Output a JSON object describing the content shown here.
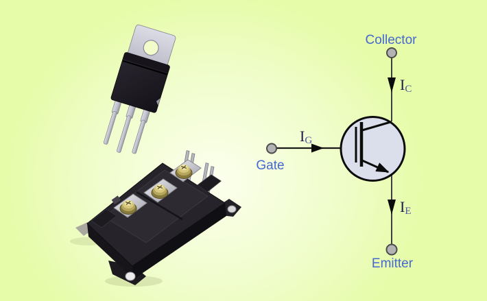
{
  "diagram": {
    "terminals": {
      "collector": "Collector",
      "gate": "Gate",
      "emitter": "Emitter"
    },
    "currents": {
      "collector": {
        "symbol": "I",
        "sub": "C"
      },
      "gate": {
        "symbol": "I",
        "sub": "G"
      },
      "emitter": {
        "symbol": "I",
        "sub": "E"
      }
    },
    "colors": {
      "terminal_label": "#4468cf",
      "current_symbol": "#1c1c4a",
      "current_sub": "#4a55a0",
      "symbol_fill": "#dbdfeb",
      "symbol_stroke": "#0b0b0b",
      "terminal_fill": "#b3b3b3",
      "lead_wire": "#3f3f3f"
    }
  },
  "background": {
    "base": "#e6fca8",
    "mid": "#effdc9",
    "highlight": "#fcffee"
  }
}
